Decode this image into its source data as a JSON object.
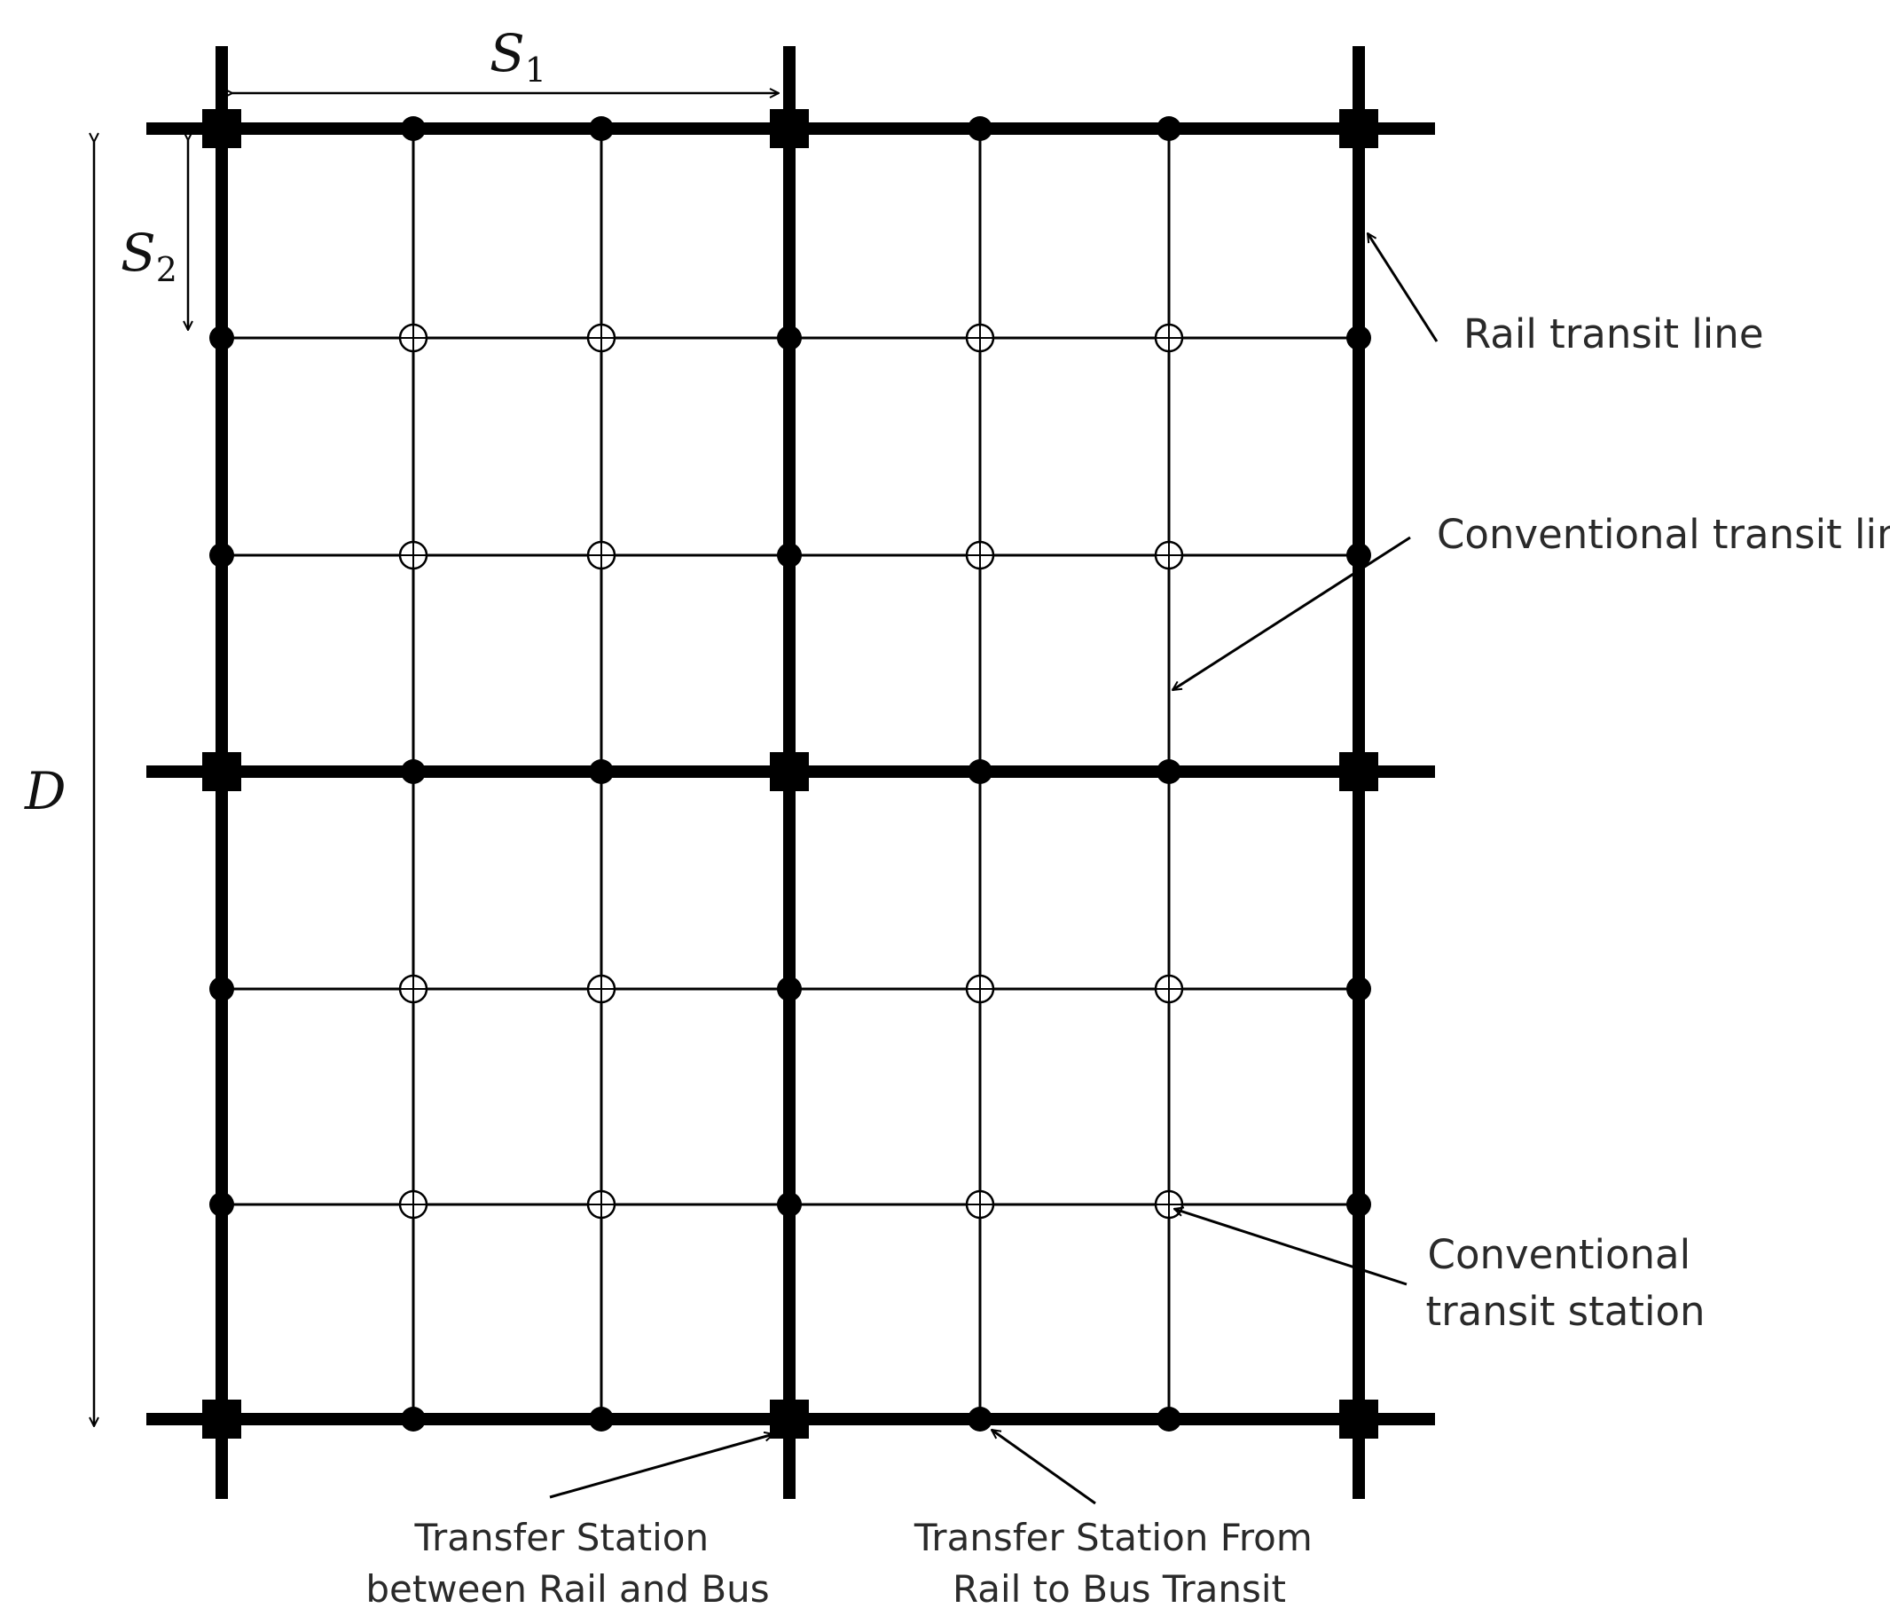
{
  "dimensions": {
    "s1": "S",
    "s1_sub": "1",
    "s2": "S",
    "s2_sub": "2",
    "d": "D"
  },
  "labels": {
    "rail_line": "Rail transit line",
    "conventional_line": "Conventional transit line",
    "conventional_station": [
      "Conventional",
      "transit station"
    ],
    "transfer_rail_bus": [
      "Transfer Station",
      "between Rail and Bus"
    ],
    "transfer_rail_to_bus": [
      "Transfer Station From",
      "Rail to Bus Transit"
    ]
  },
  "colors": {
    "line": "#000000",
    "text": "#2a2a2a",
    "background": "#ffffff"
  },
  "legend_symbols": {
    "rail_line": "thick-line",
    "conventional_line": "thin-line",
    "conventional_station": "circled-plus",
    "transfer_rail_bus": "filled-square",
    "transfer_rail_to_bus": "filled-dot"
  }
}
